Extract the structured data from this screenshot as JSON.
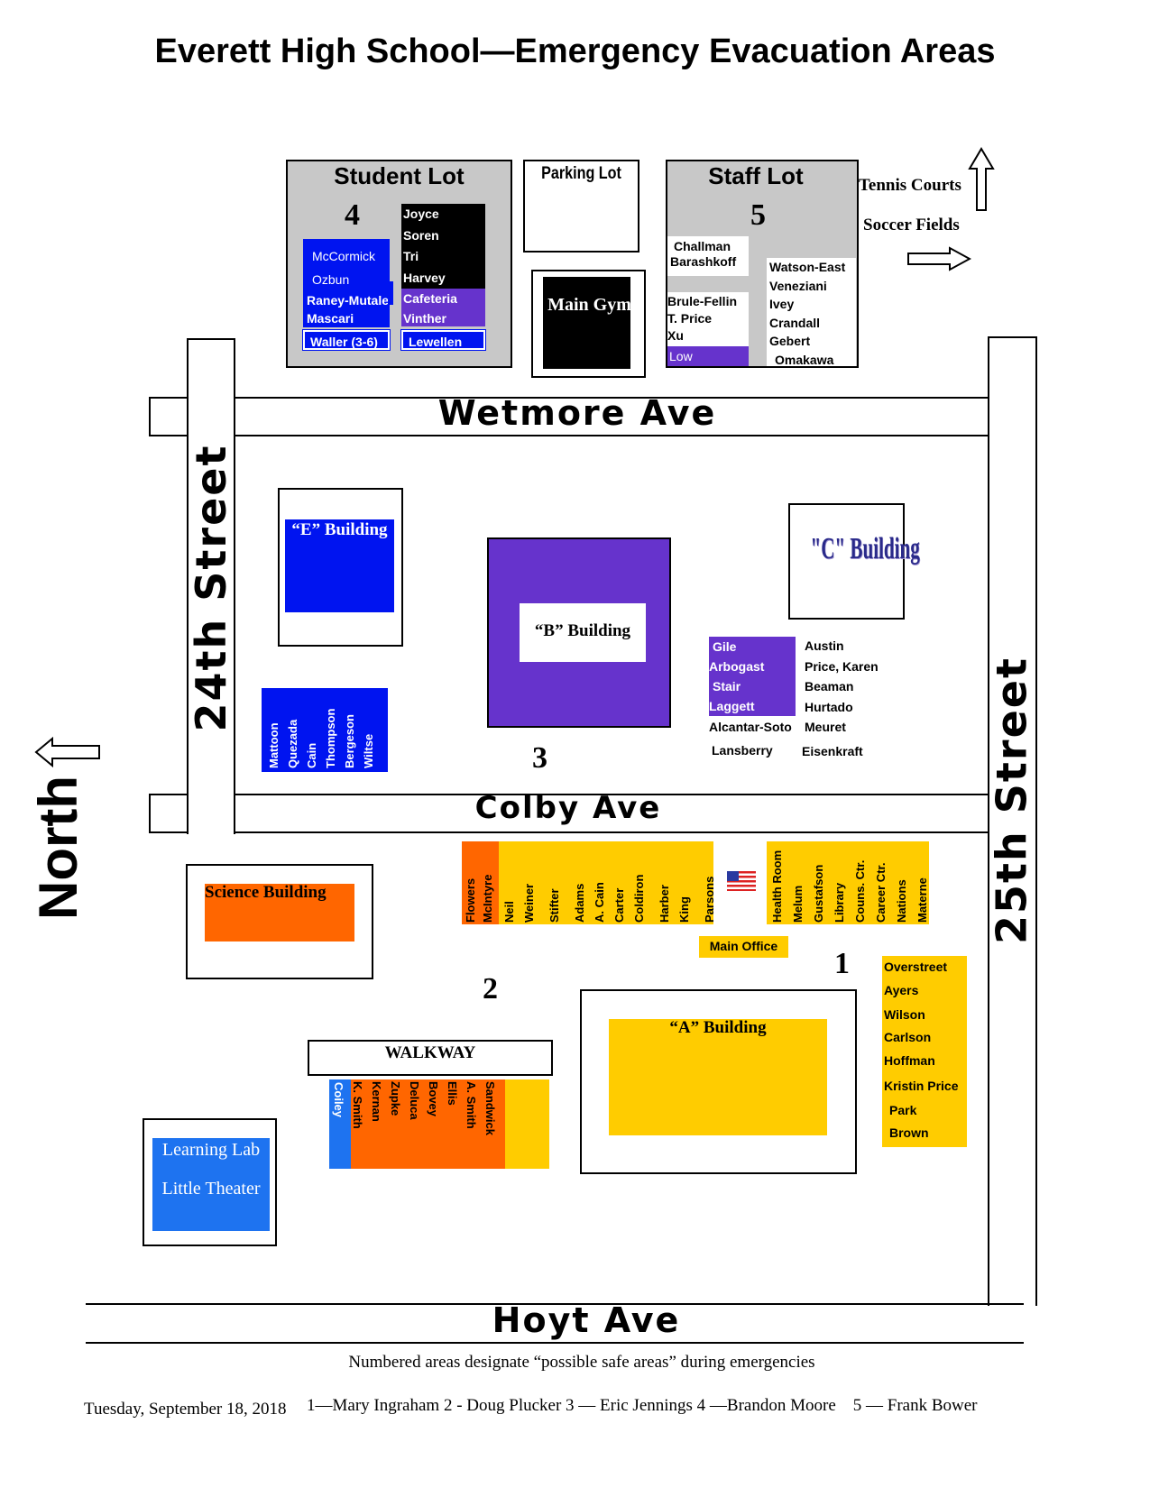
{
  "title": "Everett High School—Emergency Evacuation Areas",
  "colors": {
    "blue": "#0014f0",
    "purple": "#6633cc",
    "orange": "#ff6600",
    "gold": "#ffcc00",
    "black": "#000000",
    "gray": "#c8c8c8",
    "lightblue": "#1e73f0"
  },
  "streets": {
    "wetmore": "Wetmore Ave",
    "colby": "Colby Ave",
    "hoyt": "Hoyt Ave",
    "st24": "24th Street",
    "st25": "25th Street"
  },
  "north": "North",
  "lots": {
    "student": {
      "title": "Student Lot",
      "number": "4",
      "blue": [
        "McCormick",
        "Ozbun",
        "Raney-Mutale",
        "Mascari"
      ],
      "waller": "Waller (3-6)",
      "black": [
        "Joyce",
        "Soren",
        "Tri",
        "Harvey"
      ],
      "purple": [
        "Cafeteria",
        "Vinther"
      ],
      "lewellen": "Lewellen"
    },
    "parking": {
      "title": "Parking Lot"
    },
    "gym": {
      "title": "Main Gym"
    },
    "staff": {
      "title": "Staff Lot",
      "number": "5",
      "left_top": [
        "Challman",
        "Barashkoff"
      ],
      "left_mid": [
        "Brule-Fellin",
        "T. Price",
        "Xu"
      ],
      "low": "Low",
      "right": [
        "Watson-East",
        "Veneziani",
        "Ivey",
        "Crandall",
        "Gebert",
        "Omakawa"
      ]
    }
  },
  "fields": {
    "tennis": "Tennis Courts",
    "soccer": "Soccer Fields"
  },
  "buildings": {
    "e": "“E” Building",
    "b": "“B” Building",
    "c": "\"C\" Building",
    "science": "Science Building",
    "a": "“A” Building",
    "walkway": "WALKWAY",
    "learning": "Learning Lab",
    "theater": "Little Theater",
    "main_office": "Main Office"
  },
  "area3": {
    "number": "3",
    "purple": [
      "Gile",
      "Arbogast",
      "Stair",
      "Laggett"
    ],
    "below": [
      "Alcantar-Soto",
      "Lansberry"
    ],
    "right": [
      "Austin",
      "Price, Karen",
      "Beaman",
      "Hurtado",
      "Meuret",
      "Eisenkraft"
    ]
  },
  "e_area": [
    "Mattoon",
    "Quezada",
    "Cain",
    "Thompson",
    "Bergeson",
    "Wiltse"
  ],
  "area1": {
    "number": "1",
    "orange": [
      "Flowers",
      "McIntyre"
    ],
    "gold_left": [
      "Neil",
      "Weiner",
      "Stifter",
      "Adams",
      "A. Cain",
      "Carter",
      "Coldiron",
      "Harber",
      "King",
      "Parsons"
    ],
    "gold_right": [
      "Health Room",
      "Melum",
      "Gustafson",
      "Library",
      "Couns. Ctr.",
      "Career Ctr.",
      "Nations",
      "Materne"
    ],
    "east": [
      "Overstreet",
      "Ayers",
      "Wilson",
      "Carlson",
      "Hoffman",
      "Kristin Price",
      "Park",
      "Brown"
    ]
  },
  "area2": {
    "number": "2",
    "blue": "Coiley",
    "orange": [
      "K. Smith",
      "Kernan",
      "Zupke",
      "Deluca",
      "Bovey",
      "Ellis",
      "A. Smith",
      "Sandwick"
    ]
  },
  "footer": {
    "note": "Numbered areas designate “possible safe areas” during emergencies",
    "date": "Tuesday, September 18, 2018",
    "contacts": "1—Mary Ingraham 2 - Doug Plucker 3 — Eric Jennings 4 —Brandon Moore    5 — Frank Bower"
  }
}
